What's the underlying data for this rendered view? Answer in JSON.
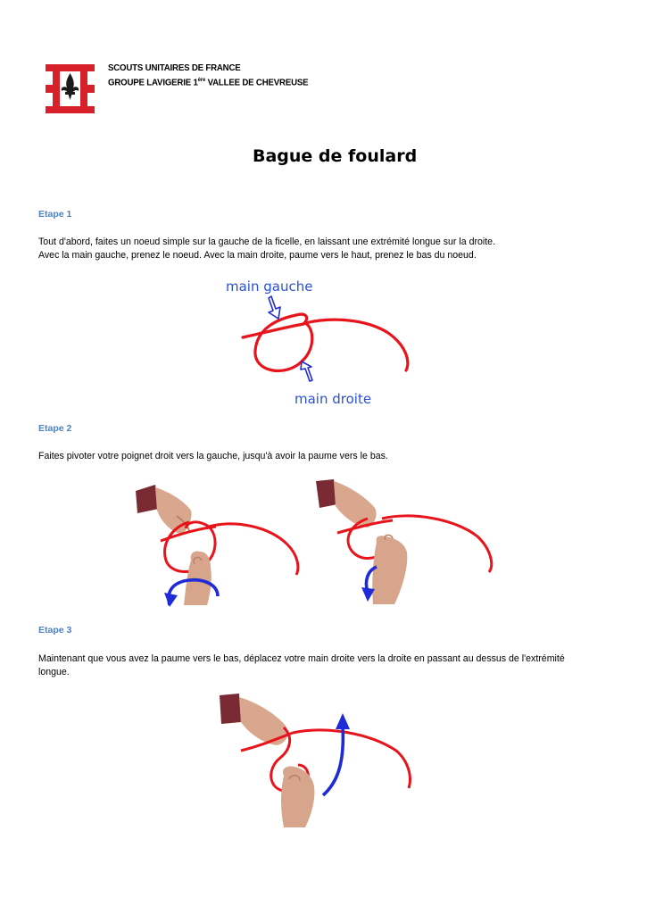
{
  "header": {
    "org_line1": "SCOUTS UNITAIRES DE FRANCE",
    "org_line2_a": "GROUPE  LAVIGERIE 1",
    "org_line2_sup": "ère",
    "org_line2_b": " VALLEE DE CHEVREUSE"
  },
  "title": "Bague de foulard",
  "steps": [
    {
      "heading": "Etape 1",
      "lines": [
        "Tout d'abord, faites un noeud simple sur la gauche de la ficelle, en laissant une extrémité longue sur la droite.",
        "Avec la main gauche, prenez le noeud. Avec la main droite, paume vers le haut, prenez le bas du noeud."
      ],
      "diagram": {
        "label_top": "main gauche",
        "label_bottom": "main droite"
      }
    },
    {
      "heading": "Etape 2",
      "lines": [
        "Faites pivoter votre poignet droit vers la gauche, jusqu'à avoir la paume vers le bas."
      ]
    },
    {
      "heading": "Etape 3",
      "lines": [
        "Maintenant que vous avez la paume vers le bas, déplacez votre main droite vers la droite en passant au dessus de l'extrémité",
        "longue."
      ]
    }
  ],
  "colors": {
    "accent": "#4f81bd",
    "rope": "#e8141c",
    "arrow": "#1f2bd6",
    "logo": "#d8202a"
  }
}
